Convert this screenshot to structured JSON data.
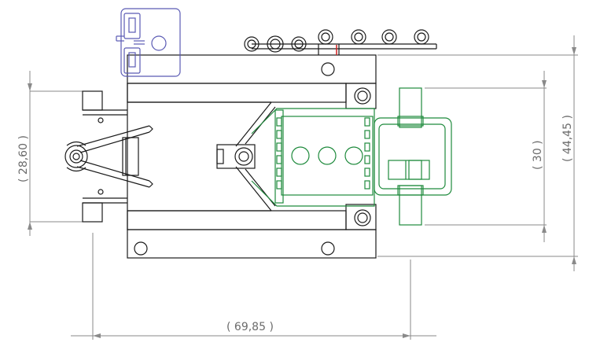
{
  "dimensions": {
    "width_overall": "( 69,85 )",
    "height_rear": "( 28,60 )",
    "height_guide": "( 30 )",
    "height_overall": "( 44,45 )"
  },
  "colors": {
    "line": "#1a1a1a",
    "dimension": "#8a8a8a",
    "guide": "#1e8a3c",
    "bracket": "#5a5ab4",
    "accent": "#d22020"
  }
}
